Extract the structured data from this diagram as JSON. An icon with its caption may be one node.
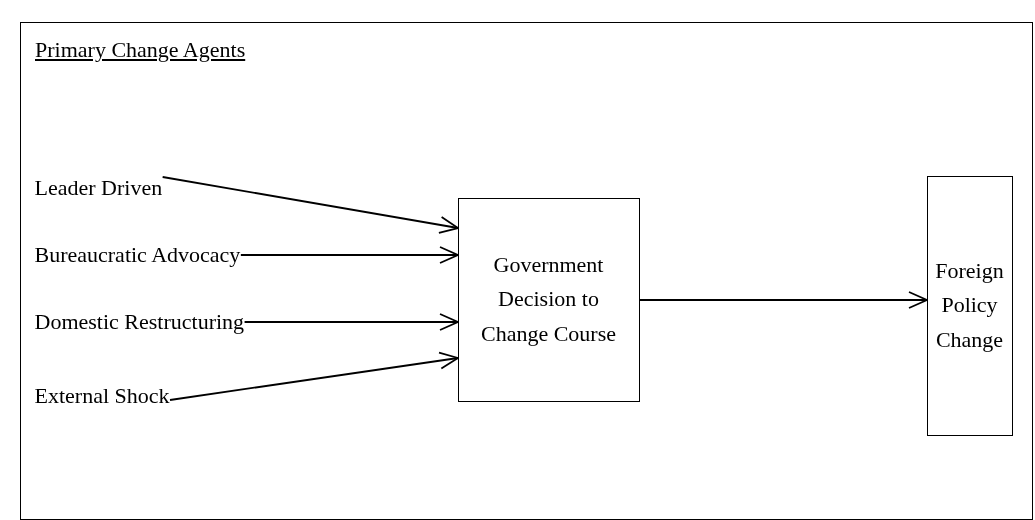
{
  "diagram": {
    "nodes": [
      {
        "text": [
          "Primary Change Agents"
        ]
      },
      {
        "text": [
          "Leader Driven"
        ],
        "in": 0
      },
      {
        "text": [
          "Bureaucratic Advocacy"
        ],
        "in": 0
      },
      {
        "text": [
          "Domestic Restructuring"
        ],
        "in": 0
      },
      {
        "text": [
          "External Shock"
        ],
        "in": 0
      },
      {
        "text": [
          "Government Decision to Change Course"
        ],
        "in": 0
      },
      {
        "text": [
          "Foreign Policy Change"
        ],
        "in": 0
      }
    ],
    "edges": [
      {
        "from": 1,
        "to": 5,
        "arrow": "to"
      },
      {
        "from": 2,
        "to": 5,
        "arrow": "to"
      },
      {
        "from": 3,
        "to": 5,
        "arrow": "to"
      },
      {
        "from": 4,
        "to": 5,
        "arrow": "to"
      },
      {
        "from": 5,
        "to": 6,
        "arrow": "to"
      }
    ]
  }
}
